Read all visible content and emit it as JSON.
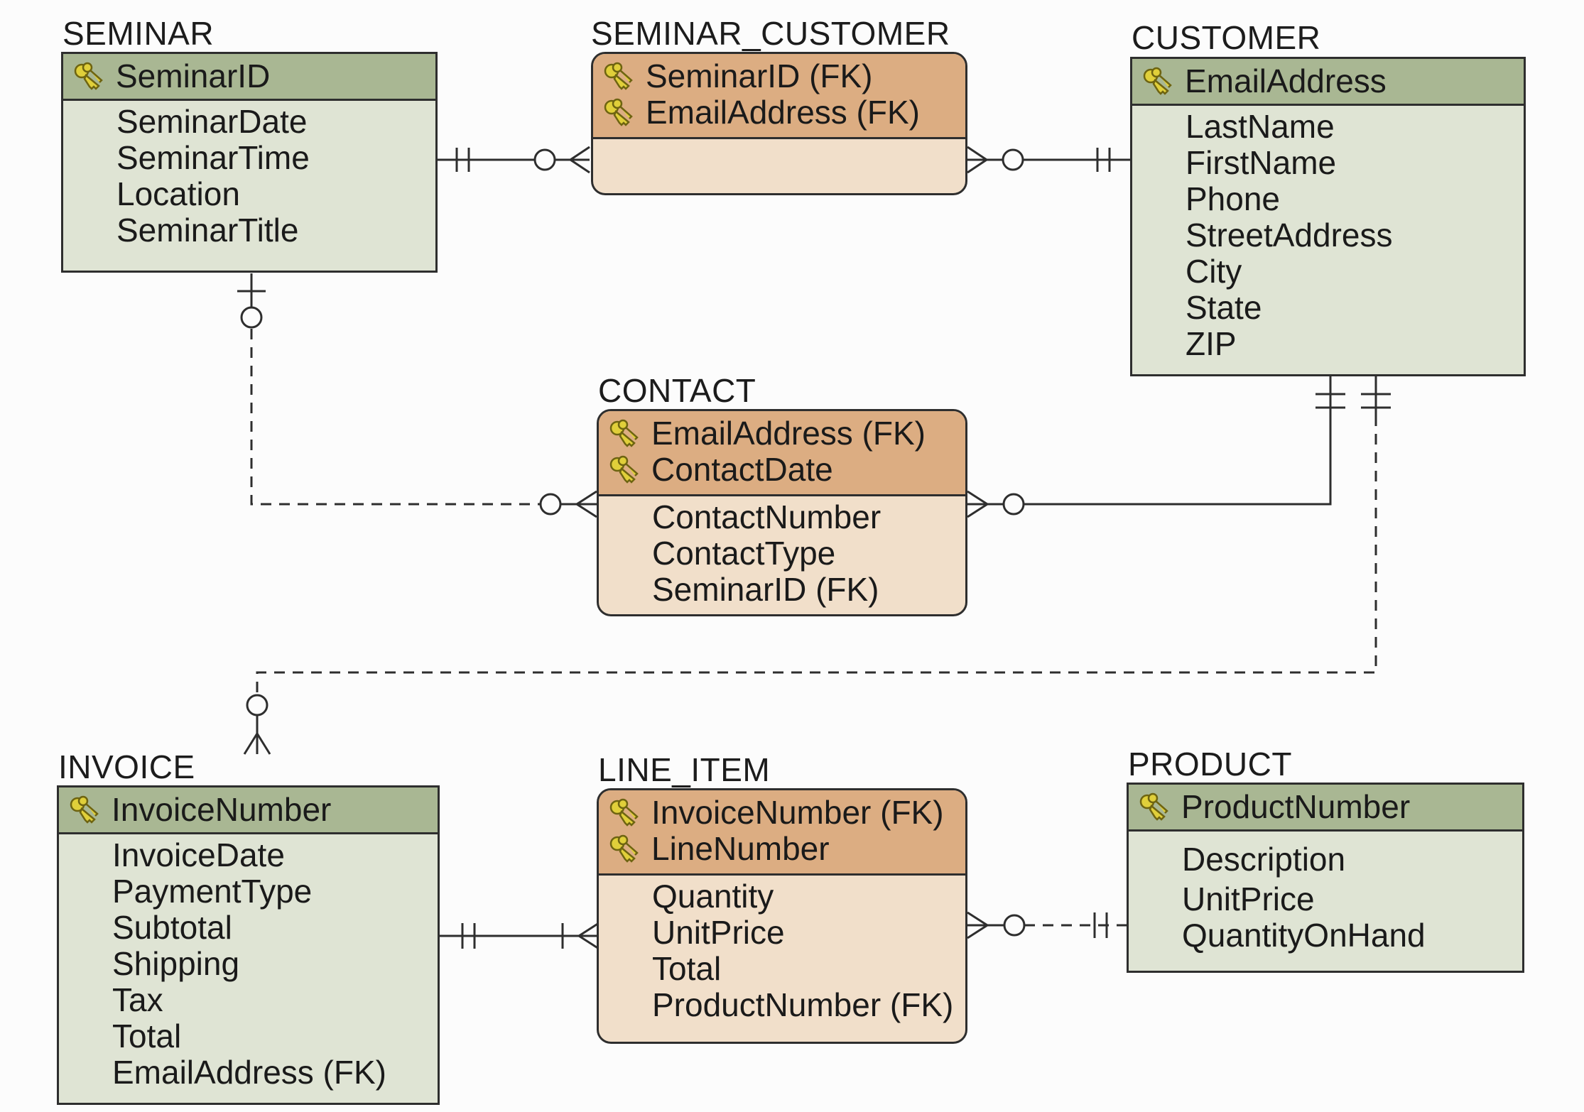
{
  "colors": {
    "independent_header": "#a9b793",
    "independent_body": "#dfe4d4",
    "dependent_header": "#dcad82",
    "dependent_body": "#f1dfca",
    "key_icon": "#e0cf3a",
    "line": "#2e2e2e"
  },
  "entities": {
    "seminar": {
      "name": "SEMINAR",
      "keys": [
        "SeminarID"
      ],
      "attributes": [
        "SeminarDate",
        "SeminarTime",
        "Location",
        "SeminarTitle"
      ]
    },
    "seminar_customer": {
      "name": "SEMINAR_CUSTOMER",
      "keys": [
        "SeminarID (FK)",
        "EmailAddress (FK)"
      ],
      "attributes": []
    },
    "customer": {
      "name": "CUSTOMER",
      "keys": [
        "EmailAddress"
      ],
      "attributes": [
        "LastName",
        "FirstName",
        "Phone",
        "StreetAddress",
        "City",
        "State",
        "ZIP"
      ]
    },
    "contact": {
      "name": "CONTACT",
      "keys": [
        "EmailAddress (FK)",
        "ContactDate"
      ],
      "attributes": [
        "ContactNumber",
        "ContactType",
        "SeminarID (FK)"
      ]
    },
    "invoice": {
      "name": "INVOICE",
      "keys": [
        "InvoiceNumber"
      ],
      "attributes": [
        "InvoiceDate",
        "PaymentType",
        "Subtotal",
        "Shipping",
        "Tax",
        "Total",
        "EmailAddress (FK)"
      ]
    },
    "line_item": {
      "name": "LINE_ITEM",
      "keys": [
        "InvoiceNumber (FK)",
        "LineNumber"
      ],
      "attributes": [
        "Quantity",
        "UnitPrice",
        "Total",
        "ProductNumber (FK)"
      ]
    },
    "product": {
      "name": "PRODUCT",
      "keys": [
        "ProductNumber"
      ],
      "attributes": [
        "Description",
        "UnitPrice",
        "QuantityOnHand"
      ]
    }
  },
  "relationships": [
    {
      "from": "SEMINAR",
      "to": "SEMINAR_CUSTOMER",
      "from_card": "exactly-one",
      "to_card": "zero-or-many",
      "line": "solid"
    },
    {
      "from": "CUSTOMER",
      "to": "SEMINAR_CUSTOMER",
      "from_card": "exactly-one",
      "to_card": "zero-or-many",
      "line": "solid"
    },
    {
      "from": "SEMINAR",
      "to": "CONTACT",
      "from_card": "zero-or-one",
      "to_card": "zero-or-many",
      "line": "dashed"
    },
    {
      "from": "CUSTOMER",
      "to": "CONTACT",
      "from_card": "exactly-one",
      "to_card": "zero-or-many",
      "line": "solid"
    },
    {
      "from": "CUSTOMER",
      "to": "INVOICE",
      "from_card": "exactly-one",
      "to_card": "zero-or-many",
      "line": "dashed"
    },
    {
      "from": "INVOICE",
      "to": "LINE_ITEM",
      "from_card": "exactly-one",
      "to_card": "one-or-many",
      "line": "solid"
    },
    {
      "from": "PRODUCT",
      "to": "LINE_ITEM",
      "from_card": "exactly-one",
      "to_card": "zero-or-many",
      "line": "dashed"
    }
  ]
}
